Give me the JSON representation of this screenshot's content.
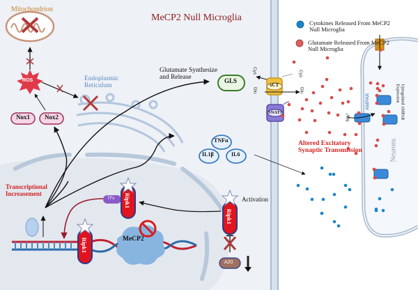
{
  "title": "MeCP2 Null Microglia",
  "labels": {
    "mitochondrion": "Mitochondrion",
    "ros": "ROS",
    "er_line1": "Endoplasmic",
    "er_line2": "Reticulum",
    "nox1": "Nox1",
    "nox2": "Nox2",
    "glutamate_line1": "Glutamate Synthesize",
    "glutamate_line2": "and Release",
    "gls": "GLS",
    "xct": "xCT",
    "snat1": "SNAT1",
    "cys_in": "Cys",
    "glu_in": "Glu",
    "cys_out": "Cys",
    "glu_out": "Glu",
    "tnfa": "TNFα",
    "il1b": "IL1β",
    "il6": "IL6",
    "transcriptional_line1": "Transcriptional",
    "transcriptional_line2": "Increasement",
    "tfs": "TFs",
    "ripk1_nuclear_tf": "Ripk1",
    "ripk1_dna": "Ripk1",
    "ripk1_cyto": "Ripk1",
    "activation": "Activation",
    "mecp2": "MeCP2",
    "a20": "A20",
    "altered_line1": "Altered Excitatory",
    "altered_line2": "Synaptic Transmission",
    "ampar": "AMPAR",
    "na": "Na⁺",
    "upregulated_line1": "Upregulated AMPAR",
    "upregulated_line2": "Expression",
    "neurons": "Neurons"
  },
  "legend": [
    {
      "label_line1": "Cytokines Released From MeCP2",
      "label_line2": "Null Microglia",
      "color": "#1a86c8"
    },
    {
      "label_line1": "Glutamate Released From MeCP2",
      "label_line2": "Null Microglia",
      "color": "#d94a4a"
    }
  ],
  "colors": {
    "title": "#8b1a1a",
    "alert_red": "#d42020",
    "ripk1_red": "#e0141e",
    "ripk1_border": "#2a3a8a",
    "inhibit_x": "#b03a3a",
    "nox_fill": "#f6d6e6",
    "nox_border": "#9b2a5a",
    "gls_border": "#3a7a2a",
    "gls_fill": "#eaf5e4",
    "cytokine_border": "#3a7ac0",
    "cytokine_fill": "#e4f0fa",
    "xct_fill": "#f0c040",
    "snat_fill": "#8a7ad8",
    "ampar_fill": "#3a8ad8",
    "a20_fill": "#a07060",
    "tfs_fill": "#8a5ac8",
    "mecp2_fill": "#88b4e0",
    "er_color": "#a8c0dc",
    "mito_color": "#c8947a",
    "membrane": "#b8c8dc",
    "cell_bg": "#eef1f6",
    "nucleus_bg": "#e4e9f0"
  }
}
